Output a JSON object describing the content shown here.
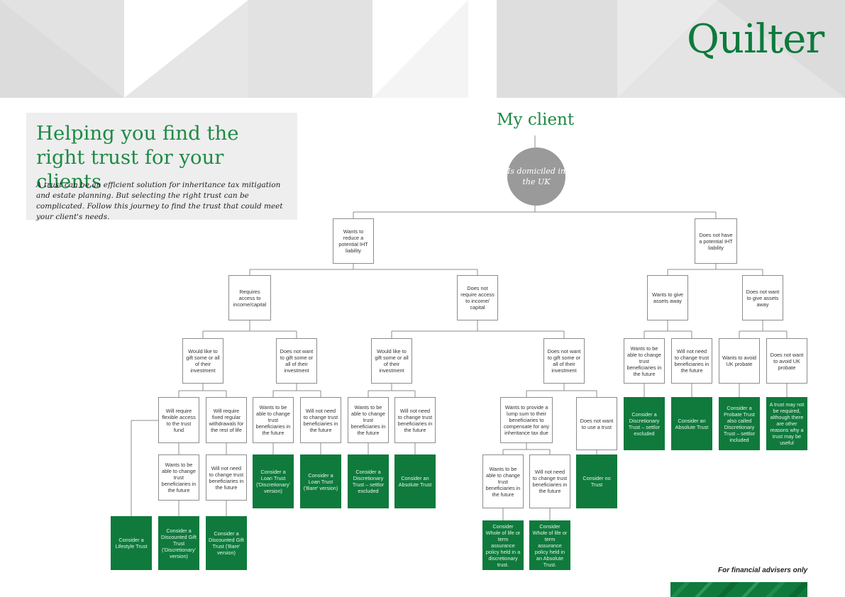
{
  "brand": {
    "logo_text": "Quilter",
    "accent_color": "#0e7a3c",
    "result_color": "#0f7a3c",
    "root_color": "#9a9a9a"
  },
  "header": {
    "title": "Helping you find the right trust for your clients",
    "intro": "A trust can be an efficient solution for inheritance tax mitigation and estate planning. But selecting the right trust can be complicated. Follow this journey to find the trust that could meet your client's needs."
  },
  "flowchart": {
    "heading": "My client",
    "root": "Is domiciled in the UK",
    "nodes": [
      {
        "id": "n1",
        "kind": "question",
        "text": "Wants to reduce a potential IHT liability"
      },
      {
        "id": "n2",
        "kind": "question",
        "text": "Does not have a potential IHT liability"
      },
      {
        "id": "n3",
        "kind": "question",
        "text": "Requires access to income/capital"
      },
      {
        "id": "n4",
        "kind": "question",
        "text": "Does not require access to income/ capital"
      },
      {
        "id": "n5",
        "kind": "question",
        "text": "Wants to give assets away"
      },
      {
        "id": "n6",
        "kind": "question",
        "text": "Does not want to give assets away"
      },
      {
        "id": "n7",
        "kind": "question",
        "text": "Would like to gift some or all of their investment"
      },
      {
        "id": "n8",
        "kind": "question",
        "text": "Does not want to gift some or all of their investment"
      },
      {
        "id": "n9",
        "kind": "question",
        "text": "Would like to gift some or all of their investment"
      },
      {
        "id": "n10",
        "kind": "question",
        "text": "Does not want to gift some or all of their investment"
      },
      {
        "id": "n11",
        "kind": "question",
        "text": "Wants to be able to change trust beneficiaries in the future"
      },
      {
        "id": "n12",
        "kind": "question",
        "text": "Will not need to change trust beneficiaries in the future"
      },
      {
        "id": "n13",
        "kind": "question",
        "text": "Wants to avoid UK probate"
      },
      {
        "id": "n14",
        "kind": "question",
        "text": "Does not want to avoid UK probate"
      },
      {
        "id": "n15",
        "kind": "question",
        "text": "Will require flexible access to the trust fund"
      },
      {
        "id": "n16",
        "kind": "question",
        "text": "Will require fixed regular withdrawals for the rest of life"
      },
      {
        "id": "n17",
        "kind": "question",
        "text": "Wants to be able to change trust beneficiaries in the future"
      },
      {
        "id": "n18",
        "kind": "question",
        "text": "Will not need to change trust beneficiaries in the future"
      },
      {
        "id": "n19",
        "kind": "question",
        "text": "Wants to be able to change trust beneficiaries in the future"
      },
      {
        "id": "n20",
        "kind": "question",
        "text": "Will not need to change trust beneficiaries in the future"
      },
      {
        "id": "n21",
        "kind": "question",
        "text": "Wants to provide a lump sum to their beneficiaries to compensate for any inheritance tax due"
      },
      {
        "id": "n22",
        "kind": "question",
        "text": "Does not want to use a trust"
      },
      {
        "id": "n23",
        "kind": "result",
        "text": "Consider a Discretionary Trust – settlor excluded"
      },
      {
        "id": "n24",
        "kind": "result",
        "text": "Consider an Absolute Trust"
      },
      {
        "id": "n25",
        "kind": "result",
        "text": "Consider a Probate Trust also called Discretionary Trust – settlor included"
      },
      {
        "id": "n26",
        "kind": "result",
        "text": "A trust may not be required, although there are other reasons why a trust may be useful"
      },
      {
        "id": "n27",
        "kind": "question",
        "text": "Wants to be able to change trust beneficiaries in the future"
      },
      {
        "id": "n28",
        "kind": "question",
        "text": "Will not need to change trust beneficiaries in the future"
      },
      {
        "id": "n29",
        "kind": "result",
        "text": "Consider a Loan Trust ('Discretionary' version)"
      },
      {
        "id": "n30",
        "kind": "result",
        "text": "Consider a Loan Trust ('Bare' version)"
      },
      {
        "id": "n31",
        "kind": "result",
        "text": "Consider a Discretionary Trust – settlor excluded"
      },
      {
        "id": "n32",
        "kind": "result",
        "text": "Consider an Absolute Trust"
      },
      {
        "id": "n33",
        "kind": "question",
        "text": "Wants to be able to change trust beneficiaries in the future"
      },
      {
        "id": "n34",
        "kind": "question",
        "text": "Will not need to change trust beneficiaries in the future"
      },
      {
        "id": "n35",
        "kind": "result",
        "text": "Consider no Trust"
      },
      {
        "id": "n36",
        "kind": "result",
        "text": "Consider a Lifestyle Trust"
      },
      {
        "id": "n37",
        "kind": "result",
        "text": "Consider a Discounted Gift Trust ('Discretionary' version)"
      },
      {
        "id": "n38",
        "kind": "result",
        "text": "Consider a Discounted Gift Trust ('Bare' version)"
      },
      {
        "id": "n39",
        "kind": "result",
        "text": "Consider Whole of life or term assurance policy held in a discretionary trust."
      },
      {
        "id": "n40",
        "kind": "result",
        "text": "Consider Whole of life or term assurance policy held in an Absolute Trust."
      }
    ]
  },
  "footer": {
    "note": "For financial advisers only"
  }
}
